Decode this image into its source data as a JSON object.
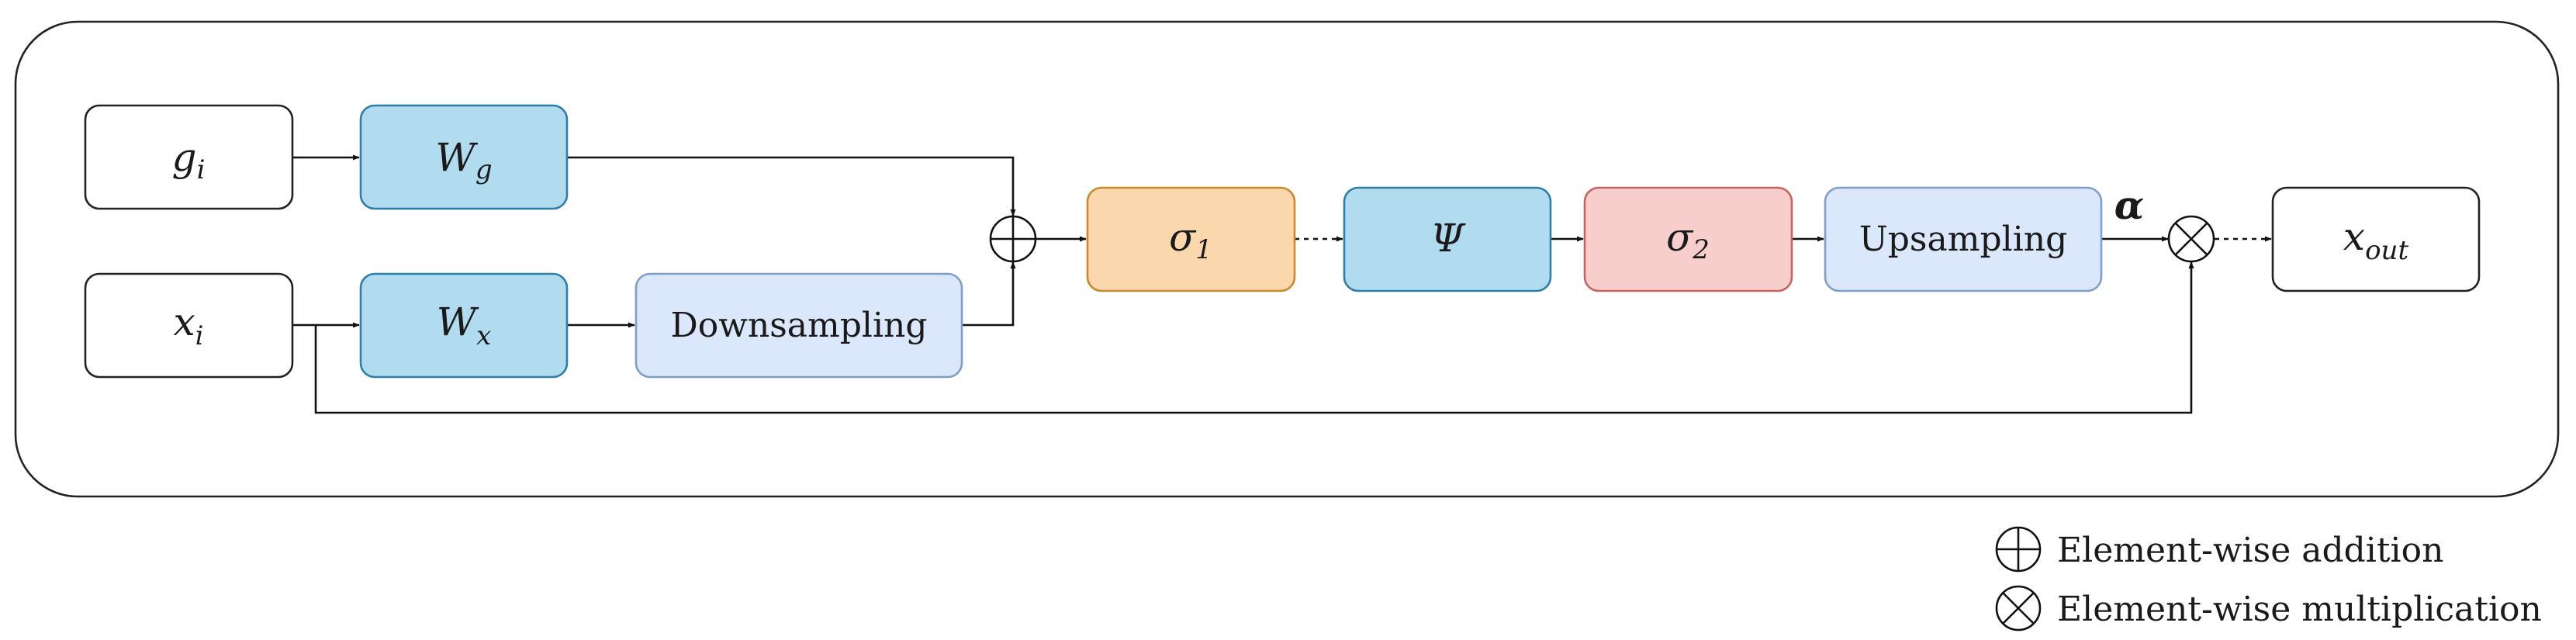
{
  "nodes": {
    "g_input": {
      "symbol": "g",
      "subscript": "i"
    },
    "x_input": {
      "symbol": "x",
      "subscript": "i"
    },
    "w_g": {
      "symbol": "W",
      "subscript": "g"
    },
    "w_x": {
      "symbol": "W",
      "subscript": "x"
    },
    "downsampling": {
      "label": "Downsampling"
    },
    "sigma1": {
      "symbol": "σ",
      "subscript": "1"
    },
    "psi": {
      "symbol": "Ψ"
    },
    "sigma2": {
      "symbol": "σ",
      "subscript": "2"
    },
    "upsampling": {
      "label": "Upsampling"
    },
    "x_out": {
      "symbol": "x",
      "subscript": "out"
    }
  },
  "edge_labels": {
    "alpha": "α"
  },
  "legend": {
    "addition": "Element-wise addition",
    "multiplication": "Element-wise multiplication"
  },
  "colors": {
    "white": "#ffffff",
    "blue": "#b1dcef",
    "blue_border": "#2e7fa6",
    "light_blue": "#dbe8fb",
    "light_blue_border": "#7f9fc9",
    "orange": "#fad7ac",
    "orange_border": "#c98a2e",
    "pink": "#f8cecc",
    "pink_border": "#c46461",
    "black": "#111111"
  }
}
